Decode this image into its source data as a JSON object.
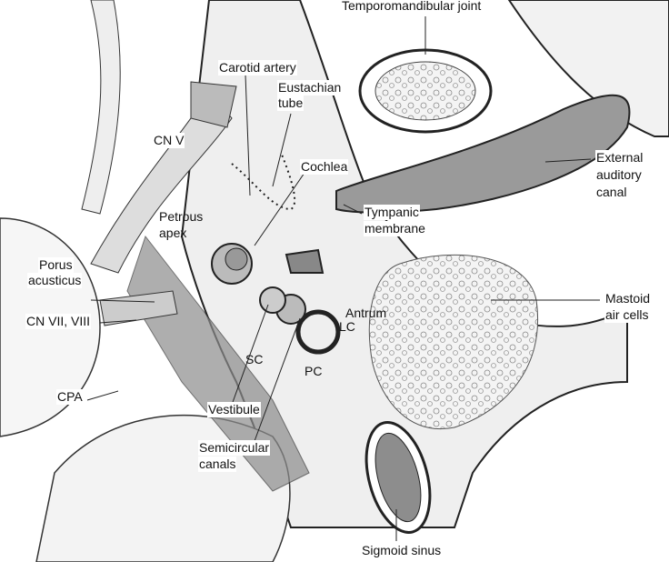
{
  "labels": {
    "tmj": "Temporomandibular joint",
    "carotid": "Carotid artery",
    "eustachian_1": "Eustachian",
    "eustachian_2": "tube",
    "cn5": "CN V",
    "cochlea": "Cochlea",
    "eac_1": "External",
    "eac_2": "auditory",
    "eac_3": "canal",
    "petrous_1": "Petrous",
    "petrous_2": "apex",
    "tympanic_1": "Tympanic",
    "tympanic_2": "membrane",
    "porus_1": "Porus",
    "porus_2": "acusticus",
    "cn78": "CN VII, VIII",
    "mastoid_1": "Mastoid",
    "mastoid_2": "air cells",
    "antrum": "Antrum",
    "lc": "LC",
    "sc": "SC",
    "pc": "PC",
    "cpa": "CPA",
    "vestibule": "Vestibule",
    "scc_1": "Semicircular",
    "scc_2": "canals",
    "sigmoid": "Sigmoid sinus"
  }
}
